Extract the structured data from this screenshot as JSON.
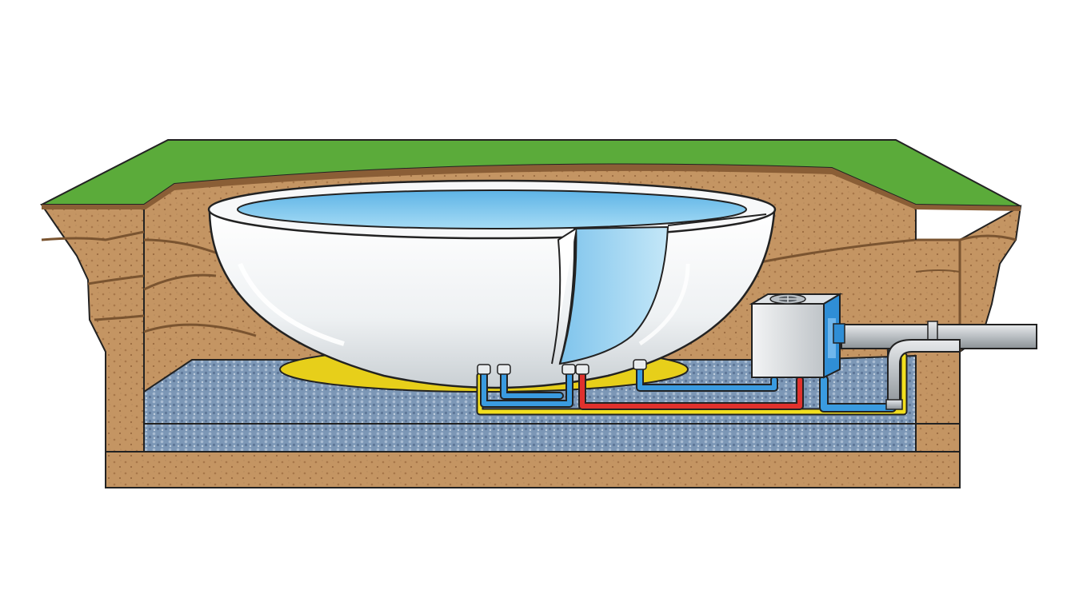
{
  "diagram": {
    "labels": [],
    "colors": {
      "background": "#ffffff",
      "grass": "#5bab3a",
      "soil": "#c49563",
      "soil_dark": "#a8774a",
      "gravel_bed": "#7c97b6",
      "water": "#8fd0f2",
      "shell": "#f4f6f7",
      "liner": "#f2df1f",
      "pipe_cold": "#3a9be0",
      "pipe_hot": "#e0312d",
      "pipe_main": "#b9bec2",
      "outline": "#222222"
    },
    "components": [
      "grass-surface",
      "soil-layers",
      "gravel-bed",
      "pool-shell",
      "water-surface",
      "cutaway-wall",
      "yellow-liner",
      "inlet-fittings",
      "cold-water-pipes",
      "hot-water-pipe",
      "heat-pump-unit",
      "fan-icon",
      "main-supply-pipe"
    ]
  }
}
